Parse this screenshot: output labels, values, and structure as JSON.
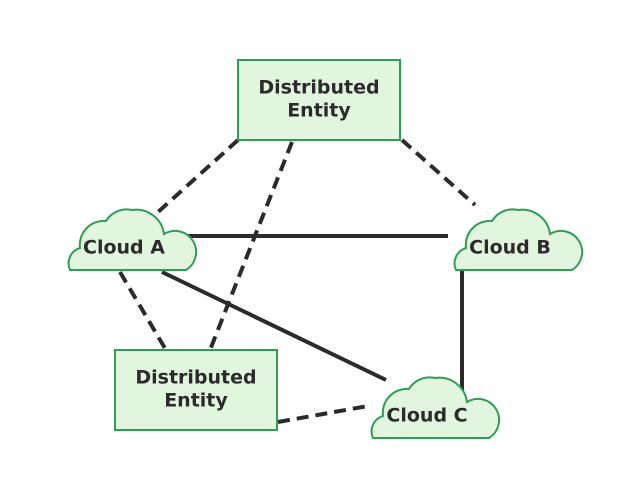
{
  "diagram": {
    "nodes": {
      "entity_top": {
        "line1": "Distributed",
        "line2": "Entity"
      },
      "entity_bottom": {
        "line1": "Distributed",
        "line2": "Entity"
      },
      "cloud_a": {
        "label": "Cloud A"
      },
      "cloud_b": {
        "label": "Cloud B"
      },
      "cloud_c": {
        "label": "Cloud C"
      }
    },
    "connections": [
      {
        "from": "Cloud A",
        "to": "Cloud B",
        "style": "solid"
      },
      {
        "from": "Cloud A",
        "to": "Cloud C",
        "style": "solid"
      },
      {
        "from": "Cloud B",
        "to": "Cloud C",
        "style": "solid"
      },
      {
        "from": "Distributed Entity (top)",
        "to": "Cloud A",
        "style": "dashed"
      },
      {
        "from": "Distributed Entity (top)",
        "to": "Cloud B",
        "style": "dashed"
      },
      {
        "from": "Distributed Entity (top)",
        "to": "Distributed Entity (bottom)",
        "style": "dashed"
      },
      {
        "from": "Cloud A",
        "to": "Distributed Entity (bottom)",
        "style": "dashed"
      },
      {
        "from": "Distributed Entity (bottom)",
        "to": "Cloud C",
        "style": "dashed"
      }
    ],
    "colors": {
      "node_fill": "#e2f5df",
      "node_stroke": "#2f9e55",
      "link": "#2b2b2b",
      "text": "#2b2b2b"
    }
  }
}
